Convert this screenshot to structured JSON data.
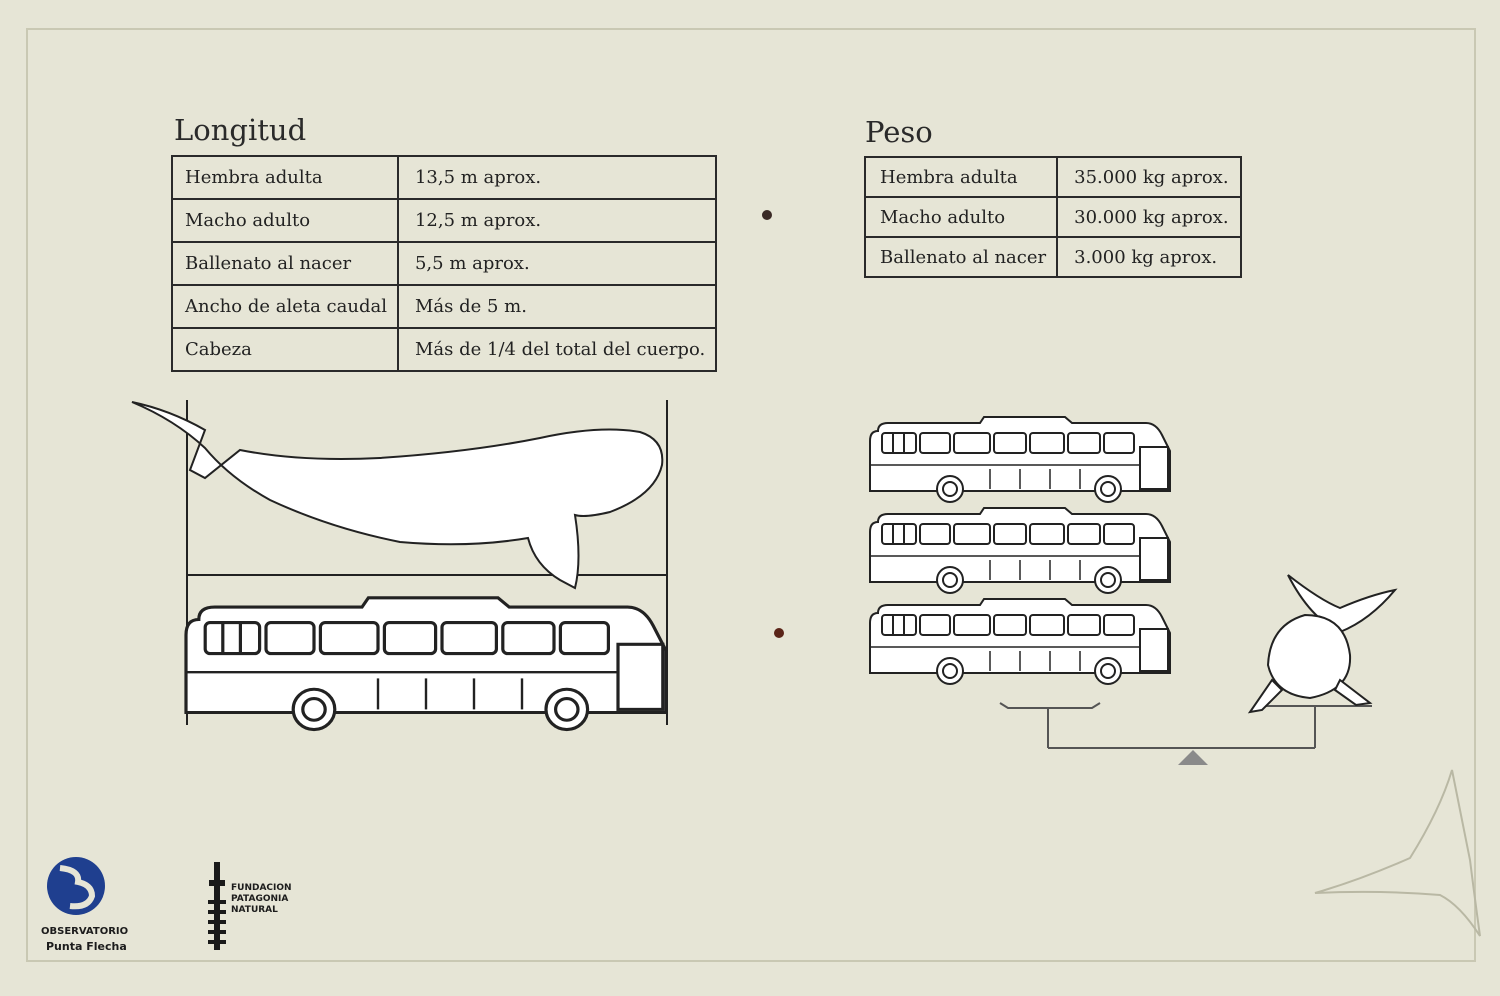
{
  "length_section": {
    "title": "Longitud",
    "rows": [
      {
        "label": "Hembra adulta",
        "value": "13,5 m aprox."
      },
      {
        "label": "Macho adulto",
        "value": "12,5 m aprox."
      },
      {
        "label": "Ballenato al nacer",
        "value": "5,5 m aprox."
      },
      {
        "label": "Ancho de aleta caudal",
        "value": "Más de 5 m."
      },
      {
        "label": "Cabeza",
        "value": "Más de 1/4 del total del cuerpo."
      }
    ]
  },
  "weight_section": {
    "title": "Peso",
    "rows": [
      {
        "label": "Hembra adulta",
        "value": "35.000 kg aprox."
      },
      {
        "label": "Macho adulto",
        "value": "30.000 kg aprox."
      },
      {
        "label": "Ballenato al nacer",
        "value": "3.000 kg aprox."
      }
    ]
  },
  "logos": {
    "observatorio": {
      "line1": "OBSERVATORIO",
      "line2": "Punta Flecha",
      "color": "#1f3f8f"
    },
    "fundacion": {
      "line1": "FUNDACION",
      "line2": "PATAGONIA",
      "line3": "NATURAL"
    }
  },
  "colors": {
    "panel": "#e6e5d6",
    "ink": "#2a2a2a",
    "scale_pivot": "#8a8a8a",
    "pin": "#5a2418"
  }
}
